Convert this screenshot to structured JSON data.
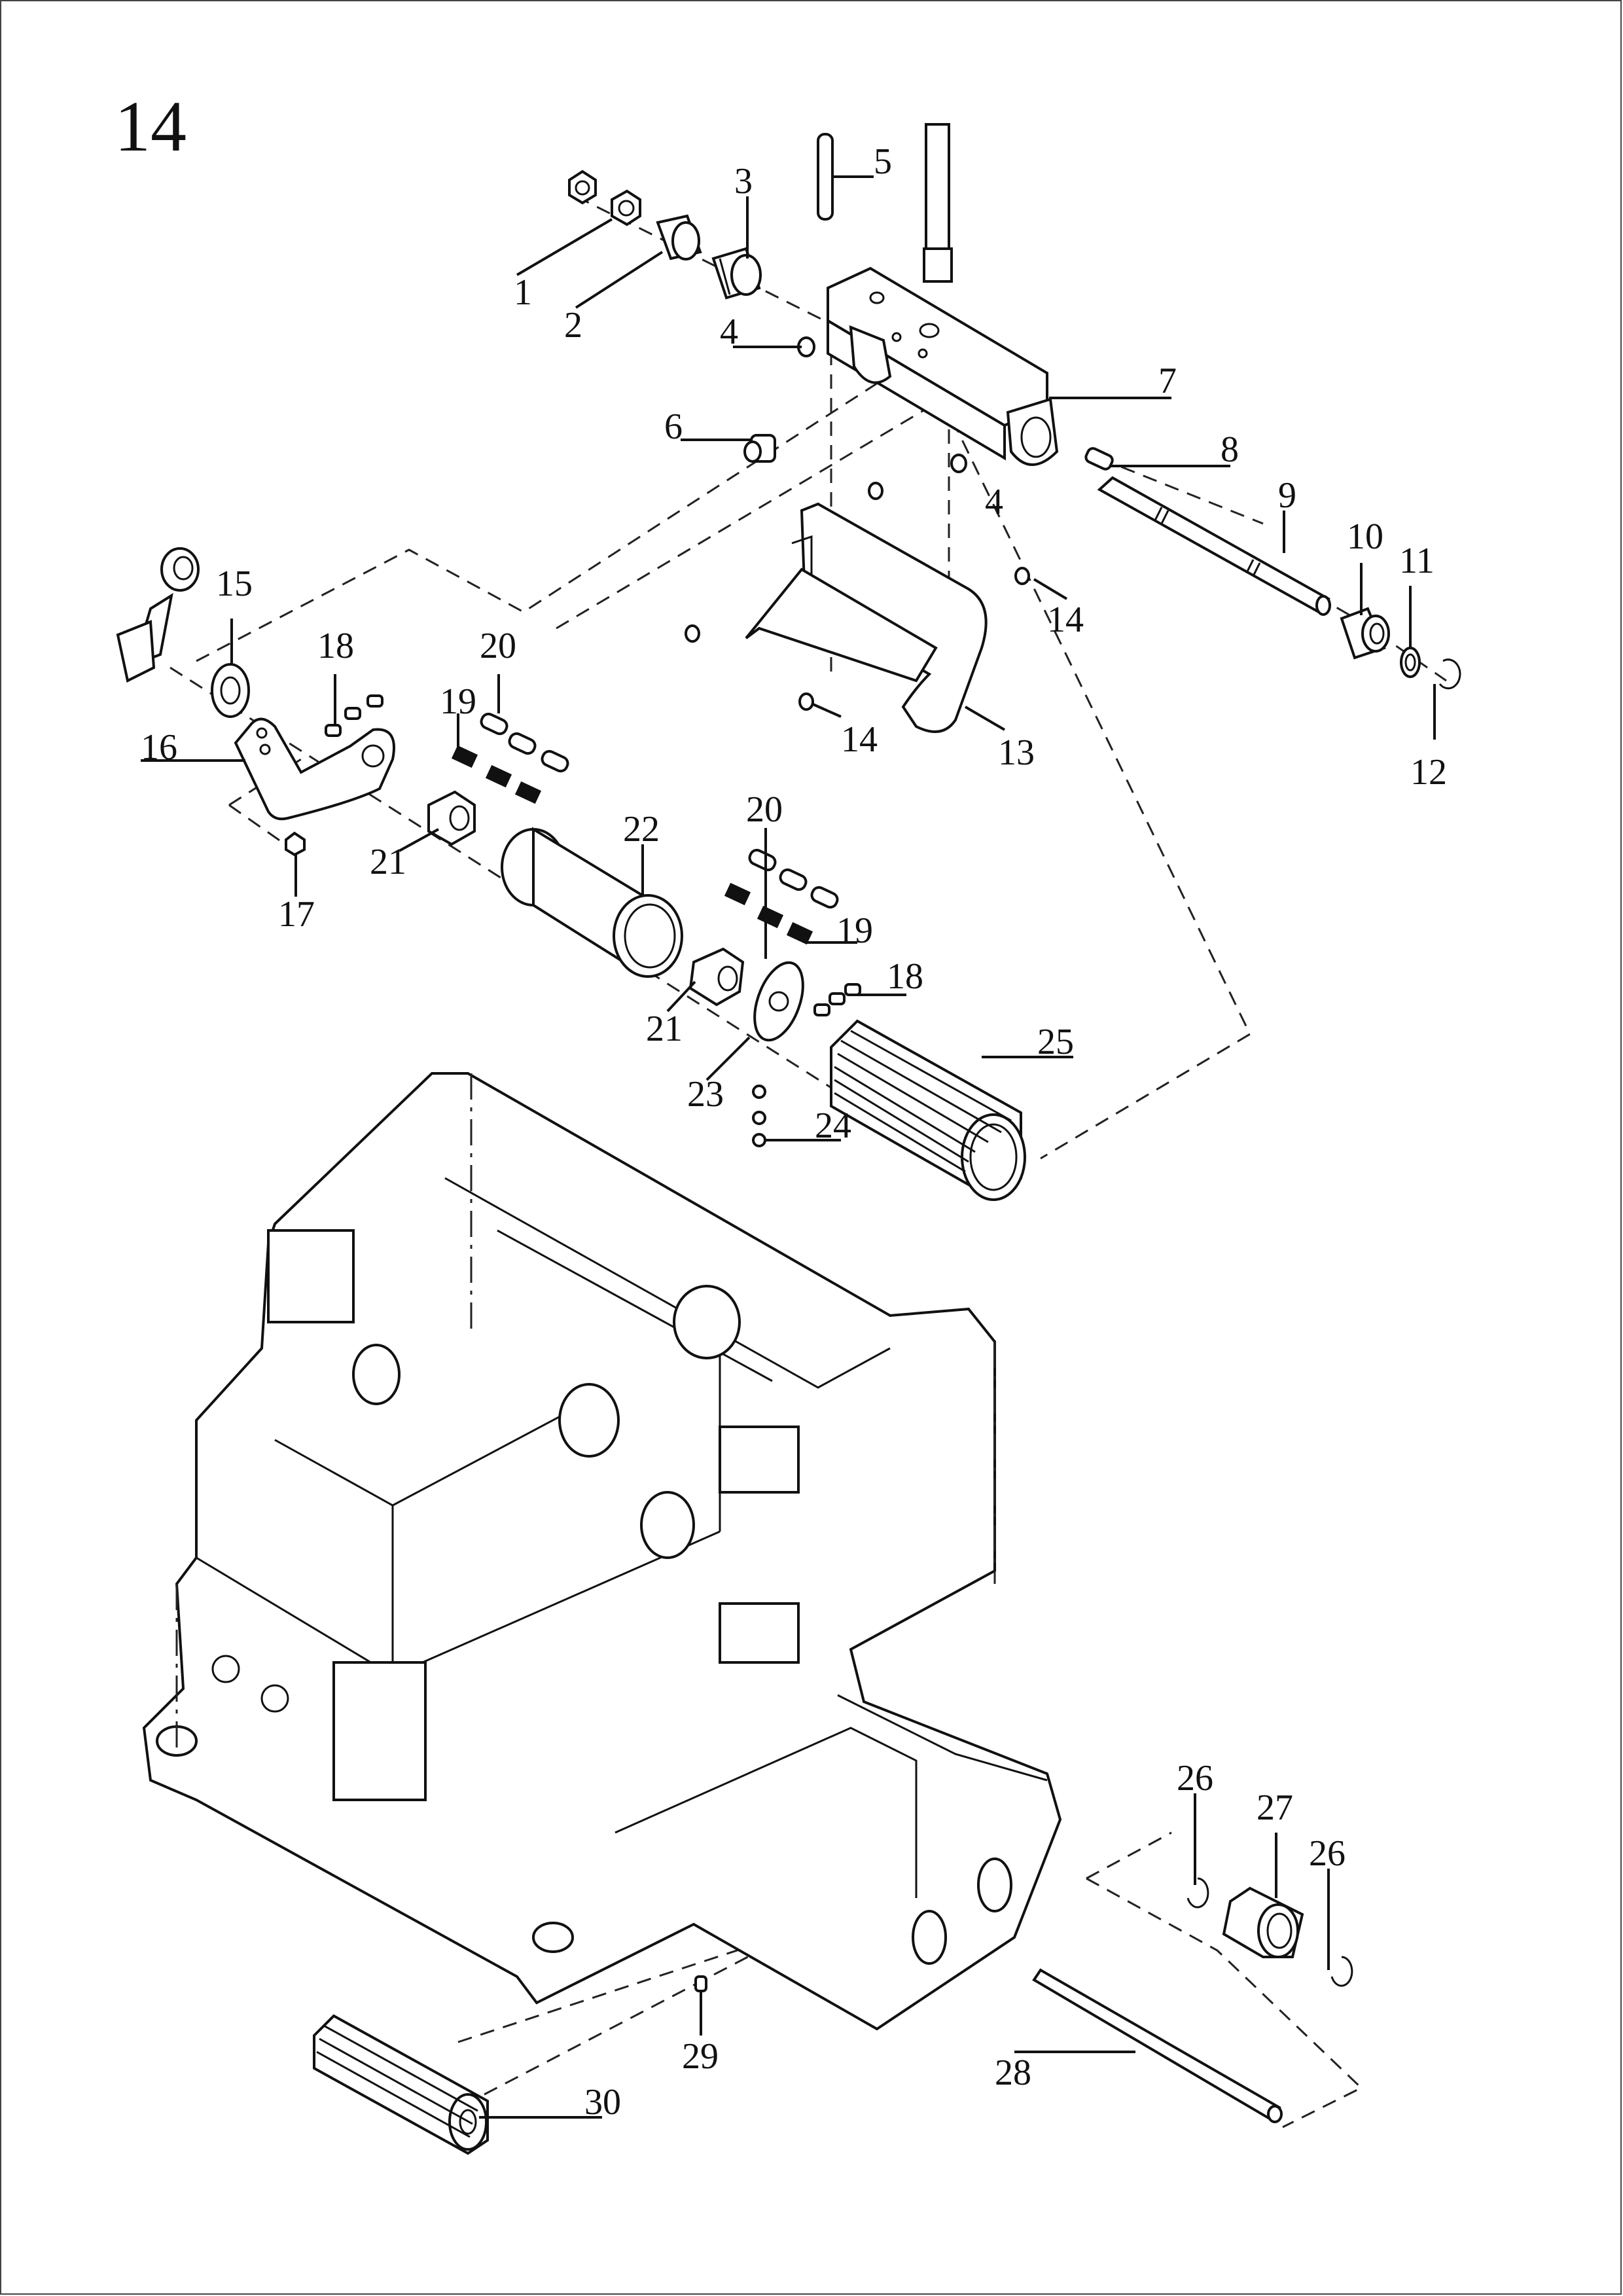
{
  "diagram": {
    "page_number": "14",
    "type": "exploded-parts-diagram",
    "callouts": [
      {
        "id": "c1",
        "label": "1"
      },
      {
        "id": "c2",
        "label": "2"
      },
      {
        "id": "c3",
        "label": "3"
      },
      {
        "id": "c4a",
        "label": "4"
      },
      {
        "id": "c4b",
        "label": "4"
      },
      {
        "id": "c5",
        "label": "5"
      },
      {
        "id": "c6",
        "label": "6"
      },
      {
        "id": "c7",
        "label": "7"
      },
      {
        "id": "c8",
        "label": "8"
      },
      {
        "id": "c9",
        "label": "9"
      },
      {
        "id": "c10",
        "label": "10"
      },
      {
        "id": "c11",
        "label": "11"
      },
      {
        "id": "c12",
        "label": "12"
      },
      {
        "id": "c13",
        "label": "13"
      },
      {
        "id": "c14a",
        "label": "14"
      },
      {
        "id": "c14b",
        "label": "14"
      },
      {
        "id": "c15",
        "label": "15"
      },
      {
        "id": "c16",
        "label": "16"
      },
      {
        "id": "c17",
        "label": "17"
      },
      {
        "id": "c18a",
        "label": "18"
      },
      {
        "id": "c18b",
        "label": "18"
      },
      {
        "id": "c19a",
        "label": "19"
      },
      {
        "id": "c19b",
        "label": "19"
      },
      {
        "id": "c20a",
        "label": "20"
      },
      {
        "id": "c20b",
        "label": "20"
      },
      {
        "id": "c21a",
        "label": "21"
      },
      {
        "id": "c21b",
        "label": "21"
      },
      {
        "id": "c22",
        "label": "22"
      },
      {
        "id": "c23",
        "label": "23"
      },
      {
        "id": "c24",
        "label": "24"
      },
      {
        "id": "c25",
        "label": "25"
      },
      {
        "id": "c26a",
        "label": "26"
      },
      {
        "id": "c26b",
        "label": "26"
      },
      {
        "id": "c27",
        "label": "27"
      },
      {
        "id": "c28",
        "label": "28"
      },
      {
        "id": "c29",
        "label": "29"
      },
      {
        "id": "c30",
        "label": "30"
      }
    ]
  }
}
